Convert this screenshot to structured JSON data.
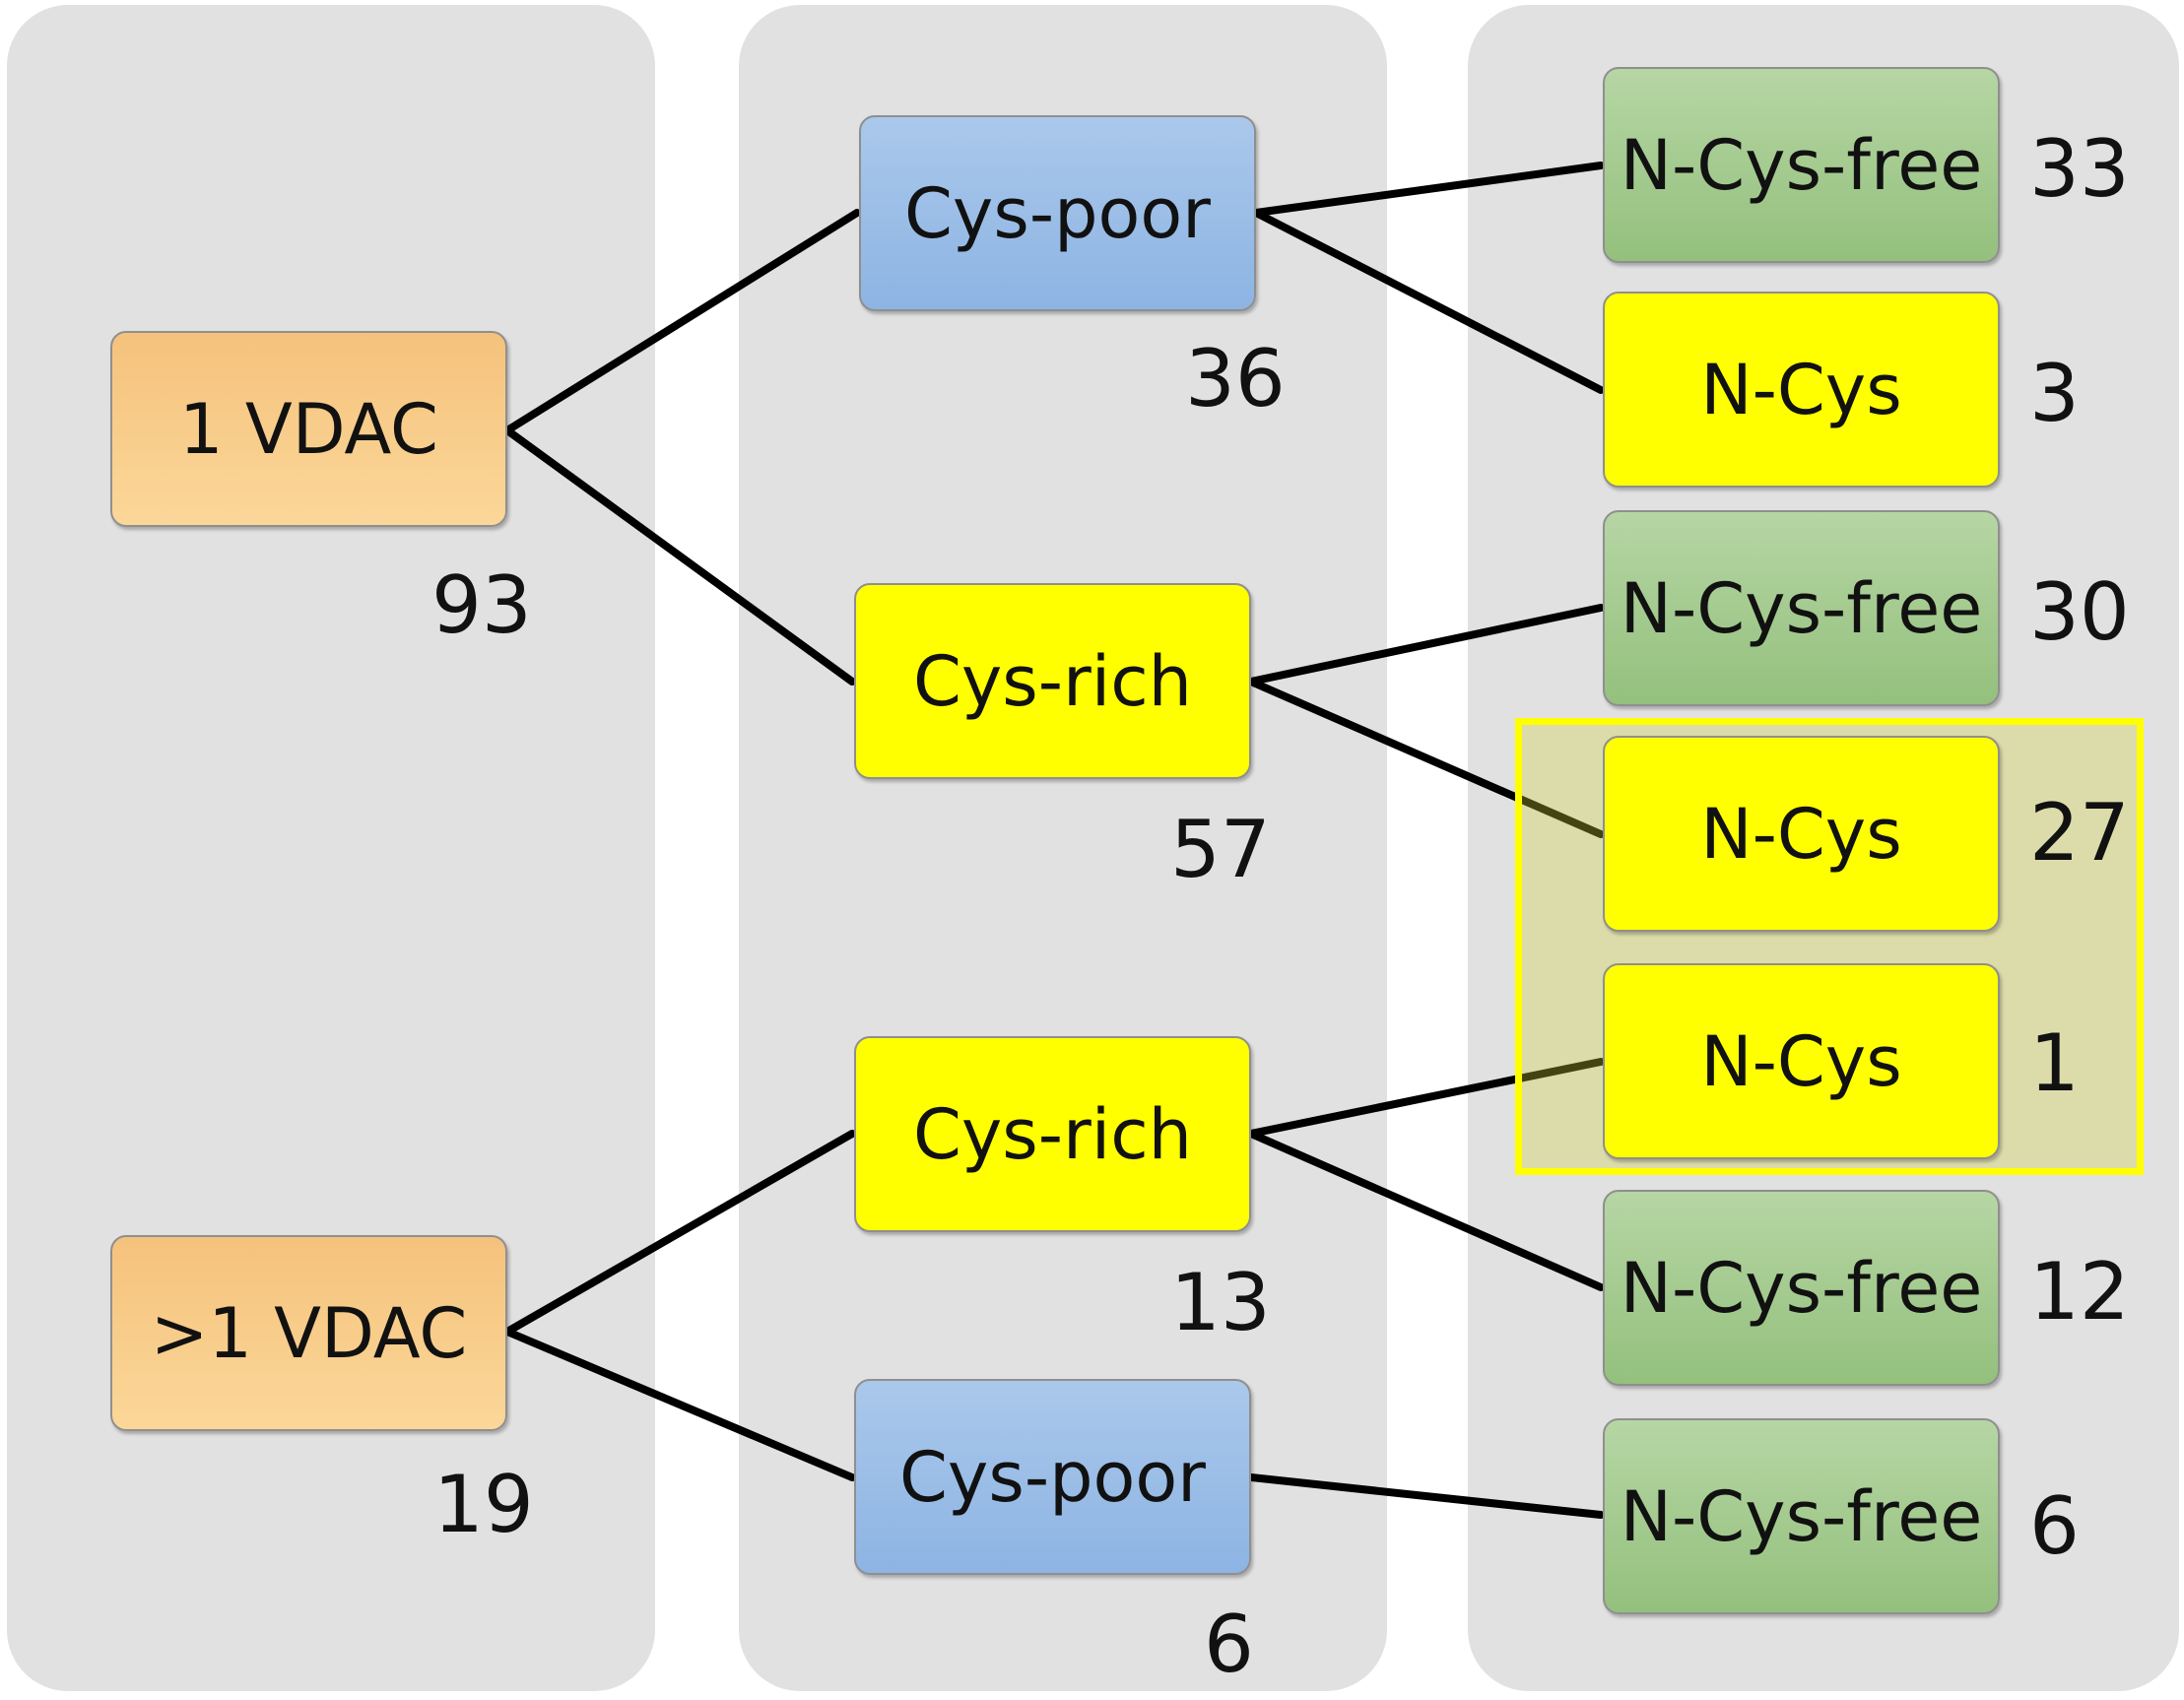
{
  "root_nodes": [
    {
      "label": "1 VDAC",
      "count": "93"
    },
    {
      "label": ">1 VDAC",
      "count": "19"
    }
  ],
  "mid_nodes": [
    {
      "label": "Cys-poor",
      "count": "36"
    },
    {
      "label": "Cys-rich",
      "count": "57"
    },
    {
      "label": "Cys-rich",
      "count": "13"
    },
    {
      "label": "Cys-poor",
      "count": "6"
    }
  ],
  "leaf_nodes": [
    {
      "label": "N-Cys-free",
      "count": "33"
    },
    {
      "label": "N-Cys",
      "count": "3"
    },
    {
      "label": "N-Cys-free",
      "count": "30"
    },
    {
      "label": "N-Cys",
      "count": "27"
    },
    {
      "label": "N-Cys",
      "count": "1"
    },
    {
      "label": "N-Cys-free",
      "count": "12"
    },
    {
      "label": "N-Cys-free",
      "count": "6"
    }
  ],
  "colors": {
    "orange": "#f9cc8a",
    "blue": "#99bee6",
    "yellow": "#ffff00",
    "green": "#a4ca8f",
    "panel": "#e1e1e1"
  }
}
